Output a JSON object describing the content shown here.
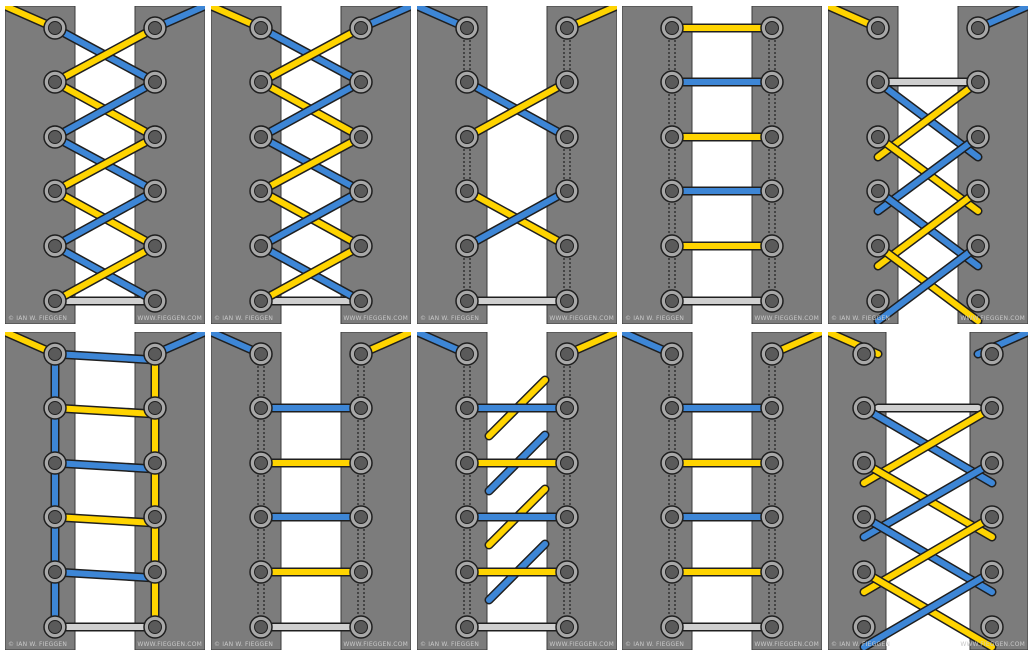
{
  "colors": {
    "background": "#ffffff",
    "shoe": "#7c7c7c",
    "shoe_edge": "#3a3a3a",
    "eyelet_ring": "#a8a8a8",
    "eyelet_hole": "#5a5a5a",
    "lace_blue": "#3d86d6",
    "lace_yellow": "#ffd400",
    "lace_gray": "#cfcfcf",
    "outline": "#1f1f1f"
  },
  "credits": {
    "left": "© IAN W. FIEGGEN",
    "right": "WWW.FIEGGEN.COM"
  },
  "panels": [
    {
      "id": "criss-cross",
      "style": "criss"
    },
    {
      "id": "criss-cross-under",
      "style": "criss"
    },
    {
      "id": "single-cross-hidden",
      "style": "double"
    },
    {
      "id": "straight-bar",
      "style": "bars"
    },
    {
      "id": "diagonal-weave",
      "style": "lattice"
    },
    {
      "id": "zipper",
      "style": "zipper"
    },
    {
      "id": "straight-european",
      "style": "bars2"
    },
    {
      "id": "diagonal-stripe",
      "style": "stripes"
    },
    {
      "id": "bar-variant",
      "style": "bars3"
    },
    {
      "id": "lattice-wide",
      "style": "lattice2"
    }
  ]
}
